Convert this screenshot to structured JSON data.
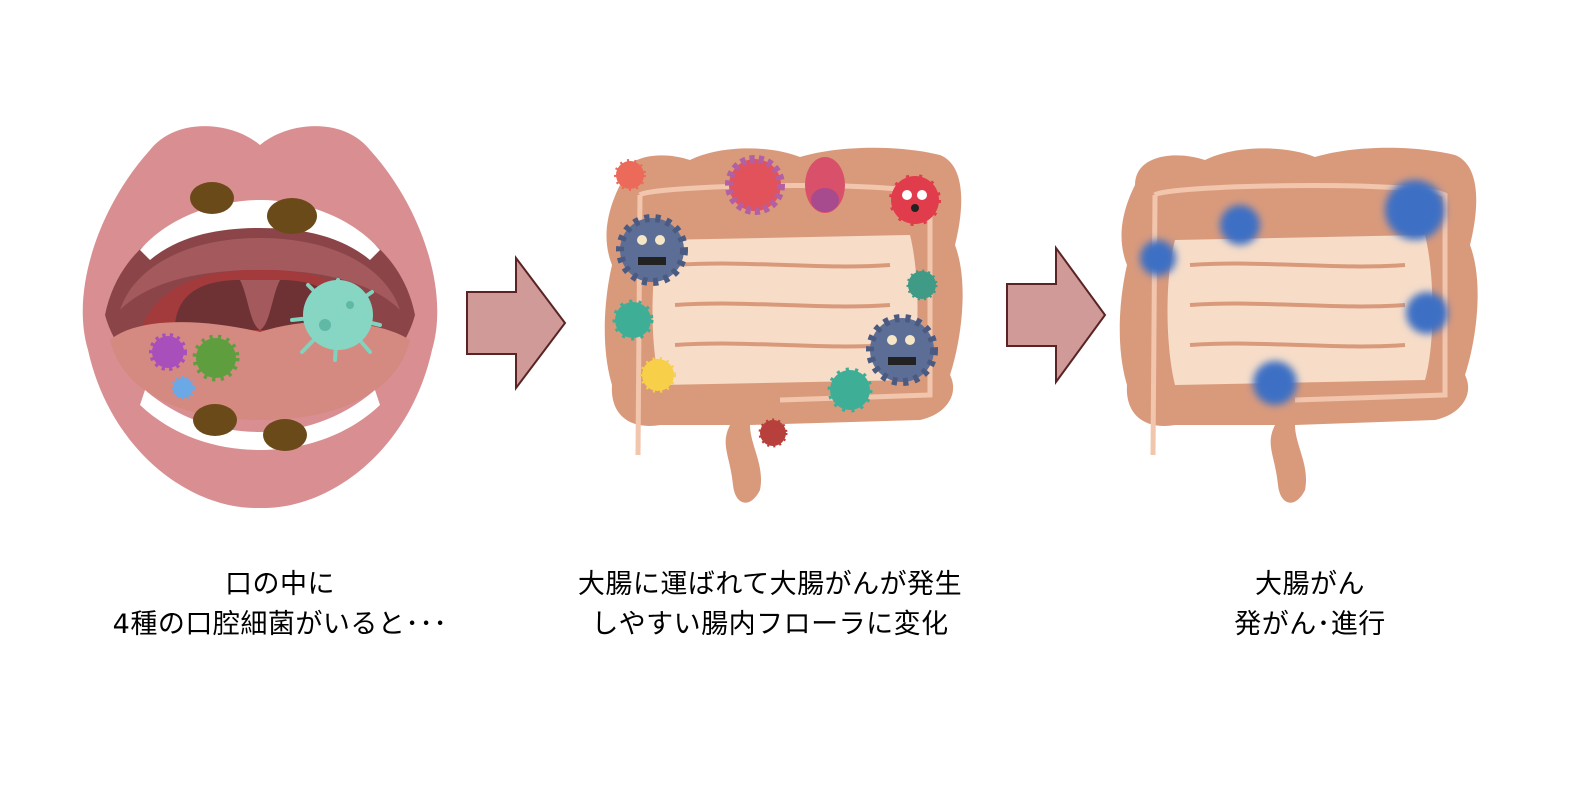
{
  "diagram": {
    "type": "process-flow",
    "steps": [
      {
        "id": "oral-bacteria",
        "illustration": "open-mouth-with-bacteria",
        "caption_lines": [
          "口の中に",
          "4種の口腔細菌がいると･･･"
        ]
      },
      {
        "id": "gut-flora-change",
        "illustration": "colon-with-fighting-microbes",
        "caption_lines": [
          "大腸に運ばれて大腸がんが発生",
          "しやすい腸内フローラに変化"
        ]
      },
      {
        "id": "colorectal-cancer",
        "illustration": "colon-with-tumor-spots",
        "caption_lines": [
          "大腸がん",
          "発がん･進行"
        ]
      }
    ],
    "connectors": [
      {
        "from": "oral-bacteria",
        "to": "gut-flora-change",
        "icon": "arrow-right-icon"
      },
      {
        "from": "gut-flora-change",
        "to": "colorectal-cancer",
        "icon": "arrow-right-icon"
      }
    ],
    "colors": {
      "arrow_fill": "#d09a98",
      "arrow_stroke": "#5a2424",
      "lips": "#d98f92",
      "colon": "#d99a7c",
      "colon_inner": "#f7ddc8",
      "tumor": "#3e6fc4",
      "plaque": "#6b4a1a"
    },
    "tumor_count": 5
  }
}
